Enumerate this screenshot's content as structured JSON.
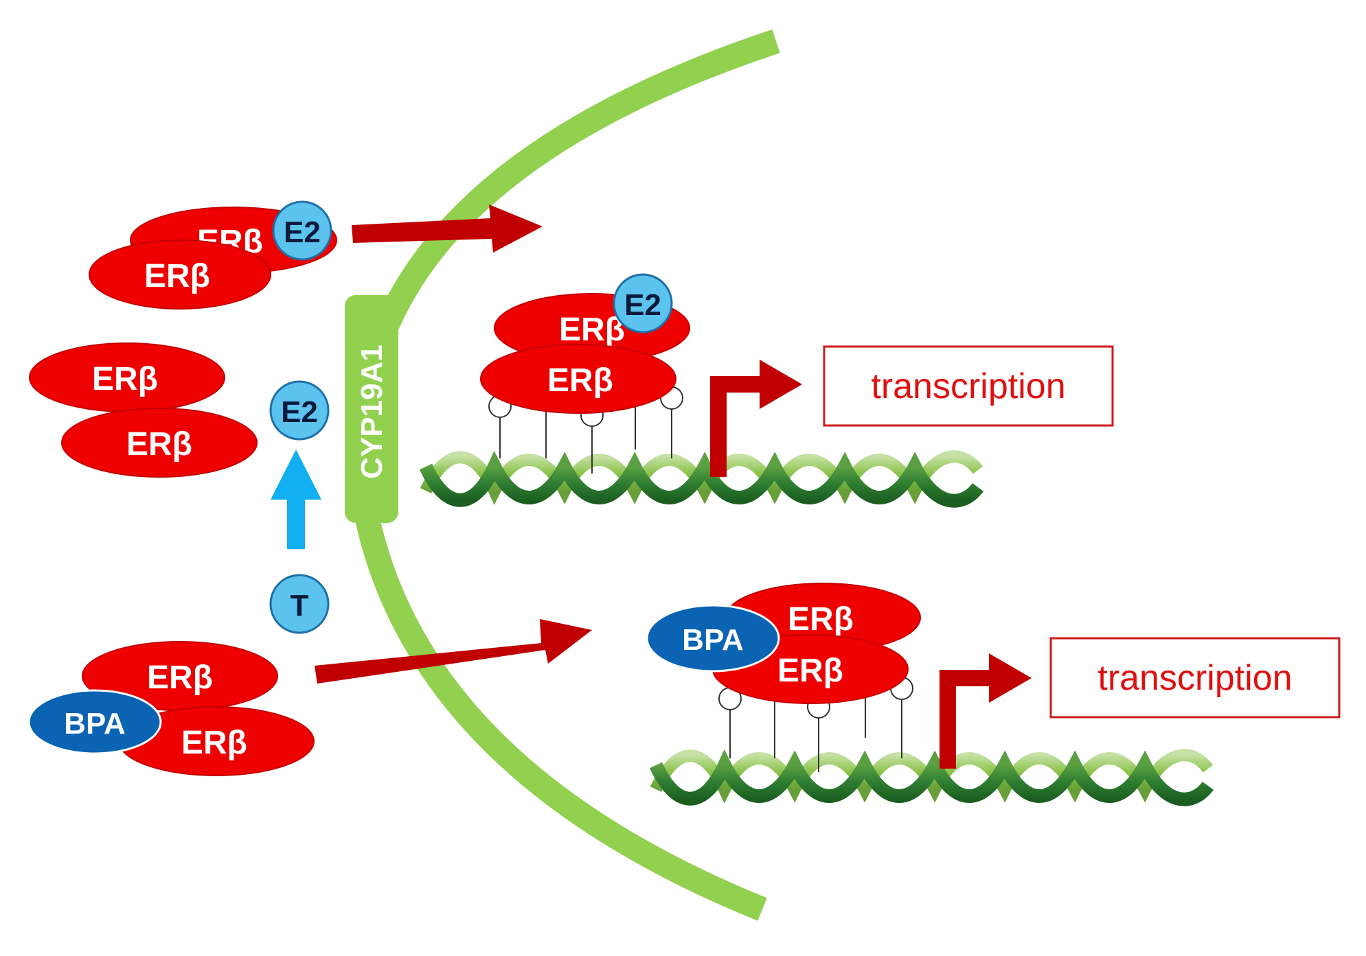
{
  "labels": {
    "er_beta": "ERβ",
    "e2": "E2",
    "t": "T",
    "bpa": "BPA",
    "cyp19a1": "CYP19A1",
    "transcription_1": "transcription",
    "transcription_2": "transcription"
  },
  "colors": {
    "er_red": "#ee0000",
    "er_stroke": "#c40000",
    "e2_fill": "#5cc2ee",
    "e2_stroke": "#1f6fa8",
    "bpa_fill": "#0a63b3",
    "membrane_green": "#92d050",
    "dna_dark": "#2e7d32",
    "dna_light": "#8bc34a",
    "arrow_red": "#c00000",
    "arrow_blue": "#11aef0",
    "transcription_text": "#e01010"
  },
  "icons": {
    "pathway_arrow": "right-arrow",
    "conversion_arrow": "up-arrow",
    "promoter_arrow": "bent-right-arrow"
  }
}
